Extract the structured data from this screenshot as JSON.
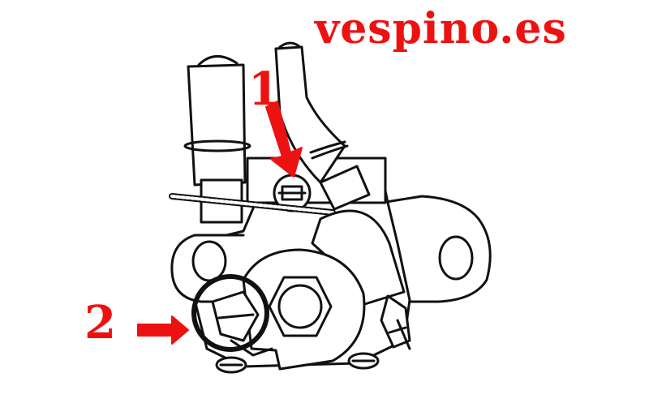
{
  "brand": {
    "text": "vespino.es",
    "color": "#ee1111"
  },
  "callouts": [
    {
      "number": "1",
      "color": "#ee1111",
      "target": "adjustment-screw"
    },
    {
      "number": "2",
      "color": "#ee1111",
      "target": "cable-lever-circle"
    }
  ],
  "colors": {
    "ink": "#111111",
    "paper": "#ffffff",
    "accent": "#ee1111"
  }
}
